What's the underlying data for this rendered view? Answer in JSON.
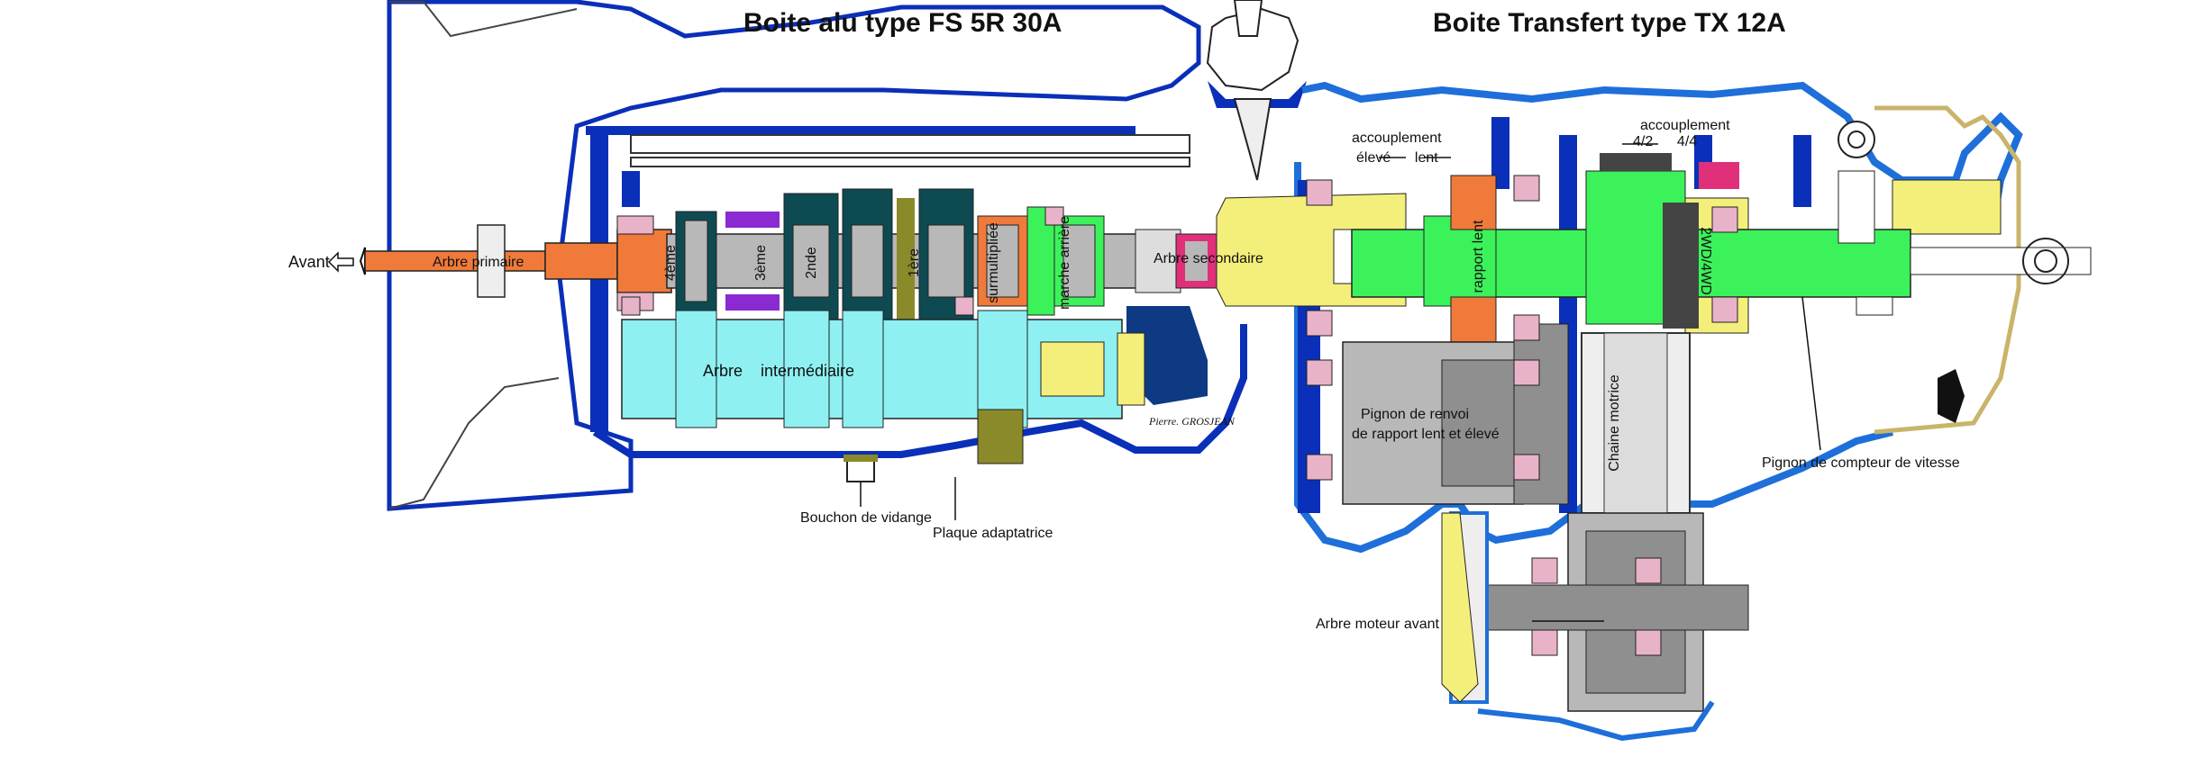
{
  "titles": {
    "left": "Boite alu type FS 5R 30A",
    "right": "Boite Transfert type TX 12A"
  },
  "labels": {
    "avant": "Avant",
    "arbre_primaire": "Arbre primaire",
    "gear_4": "4ème",
    "gear_3": "3ème",
    "gear_2": "2nde",
    "gear_1": "1ère",
    "surmultipliee": "surmultipliée",
    "marche_arriere": "marche arrière",
    "arbre_secondaire": "Arbre secondaire",
    "arbre_intermediaire": "Arbre    intermédiaire",
    "signature": "Pierre. GROSJEAN",
    "bouchon": "Bouchon de vidange",
    "plaque": "Plaque adaptatrice",
    "accouplement_left_1": "accouplement",
    "accouplement_left_2": "élevé      lent",
    "rapport_lent": "rapport lent",
    "pignon_renvoi_1": "Pignon de renvoi",
    "pignon_renvoi_2": "de rapport lent et élevé",
    "chaine": "Chaine motrice",
    "accouplement_right_1": "accouplement",
    "accouplement_right_2": "4/2      4/4",
    "mode_4wd": "2WD/4WD",
    "pignon_compteur": "Pignon de compteur de vitesse",
    "arbre_moteur": "Arbre moteur avant"
  },
  "colors": {
    "housing_blue": "#0a2fb8",
    "housing_mid": "#1e6fd9",
    "primary_orange": "#f07a3a",
    "shaft_grey": "#b8b8b8",
    "countershaft_cyan": "#8ff0f2",
    "output_green": "#3cf25a",
    "yellow": "#f4ef7a",
    "dark_teal": "#0e4a52",
    "olive": "#8a8a2a",
    "purple": "#8a2ad0",
    "magenta": "#e0307a",
    "bearing_pink": "#e8b3c8"
  }
}
